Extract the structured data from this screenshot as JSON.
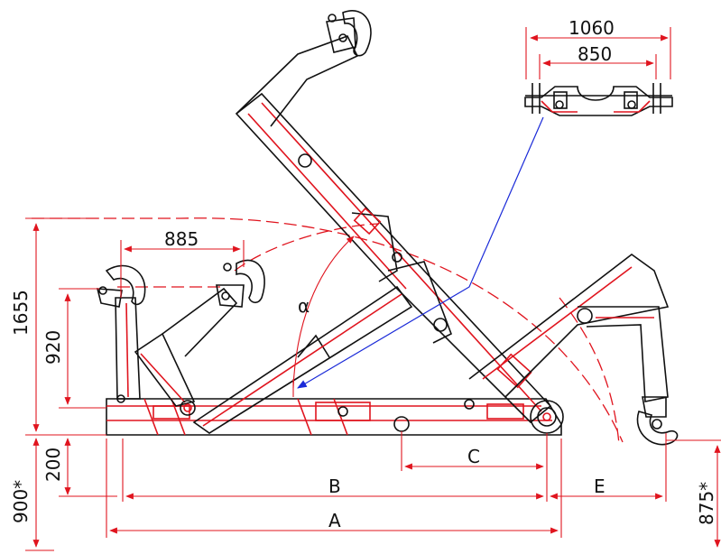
{
  "dimensions": {
    "top_width_1060": "1060",
    "top_width_850": "850",
    "reach_885": "885",
    "height_1655": "1655",
    "height_920": "920",
    "height_900": "900*",
    "height_200": "200",
    "height_875": "875*",
    "dim_a": "A",
    "dim_b": "B",
    "dim_c": "C",
    "dim_e": "E",
    "angle_alpha": "α"
  },
  "colors": {
    "line_red": "#e0141e",
    "line_black": "#111111",
    "pointer_blue": "#1a2ad8"
  }
}
